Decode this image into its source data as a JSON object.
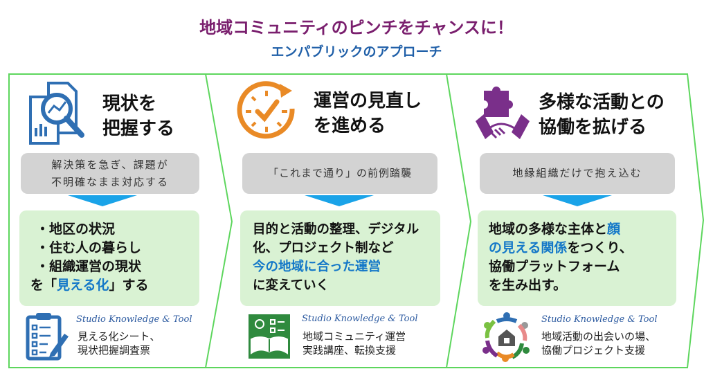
{
  "title": "地域コミュニティのピンチをチャンスに！",
  "subtitle": "エンパブリックのアプローチ",
  "colors": {
    "title": "#7a1f6e",
    "subtitle": "#1f5fa8",
    "frame": "#5dd65d",
    "arrow": "#1aa3e8",
    "highlight": "#1478c8",
    "gray_box": "#d3d3d3",
    "green_box": "#d9f2d3"
  },
  "panels": [
    {
      "icon": "document-magnifier-chart-icon",
      "title1": "現状を",
      "title2": "把握する",
      "problem1": "解決策を急ぎ、課題が",
      "problem2": "不明確なまま対応する",
      "sol": [
        "・地区の状況",
        "・住む人の暮らし",
        "・組織運営の現状"
      ],
      "sol4a": "を「",
      "sol4hl": "見える化",
      "sol4b": "」する",
      "studio": "Studio Knowledge & Tool",
      "footer_icon": "clipboard-checklist-icon",
      "tool1": "見える化シート、",
      "tool2": "現状把握調査票"
    },
    {
      "icon": "clock-check-icon",
      "title1": "運営の見直し",
      "title2": "を進める",
      "problem1": "「これまで通り」の前例踏襲",
      "sol1": "目的と活動の整理、デジタル",
      "sol2": "化、プロジェクト制など",
      "sol3hl": "今の地域に合った運営",
      "sol4": "に変えていく",
      "studio": "Studio Knowledge & Tool",
      "footer_icon": "book-lightbulb-board-icon",
      "tool1": "地域コミュニティ運営",
      "tool2": "実践講座、転換支援"
    },
    {
      "icon": "puzzle-handshake-icon",
      "title1": "多様な活動との",
      "title2": "協働を拡げる",
      "problem1": "地縁組織だけで抱え込む",
      "sol1a": "地域の多様な主体と",
      "sol1hl": "顔",
      "sol2hl": "の見える関係",
      "sol2b": "をつくり、",
      "sol3": "協働プラットフォーム",
      "sol4": "を生み出す。",
      "studio": "Studio Knowledge & Tool",
      "footer_icon": "people-circle-house-icon",
      "tool1": "地域活動の出会いの場、",
      "tool2": "協働プロジェクト支援"
    }
  ]
}
